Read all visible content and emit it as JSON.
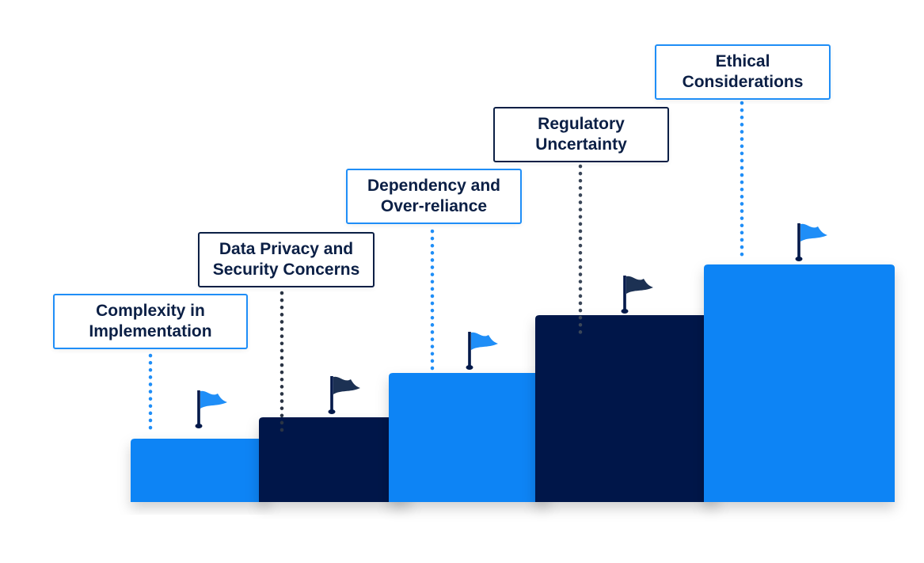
{
  "colors": {
    "blue": "#0a84f5",
    "navy": "#03194a",
    "blue_border": "#1f8ef7",
    "navy_border": "#0b1f45",
    "flag_blue": "#1f8ef7",
    "flag_navy": "#1c3153",
    "text": "#0b1f45"
  },
  "steps": [
    {
      "label": "Complexity in\nImplementation",
      "color": "blue",
      "flag": "flag-icon"
    },
    {
      "label": "Data Privacy and\nSecurity Concerns",
      "color": "navy",
      "flag": "flag-icon"
    },
    {
      "label": "Dependency and\nOver-reliance",
      "color": "blue",
      "flag": "flag-icon"
    },
    {
      "label": "Regulatory\nUncertainty",
      "color": "navy",
      "flag": "flag-icon"
    },
    {
      "label": "Ethical\nConsiderations",
      "color": "blue",
      "flag": "flag-icon"
    }
  ]
}
